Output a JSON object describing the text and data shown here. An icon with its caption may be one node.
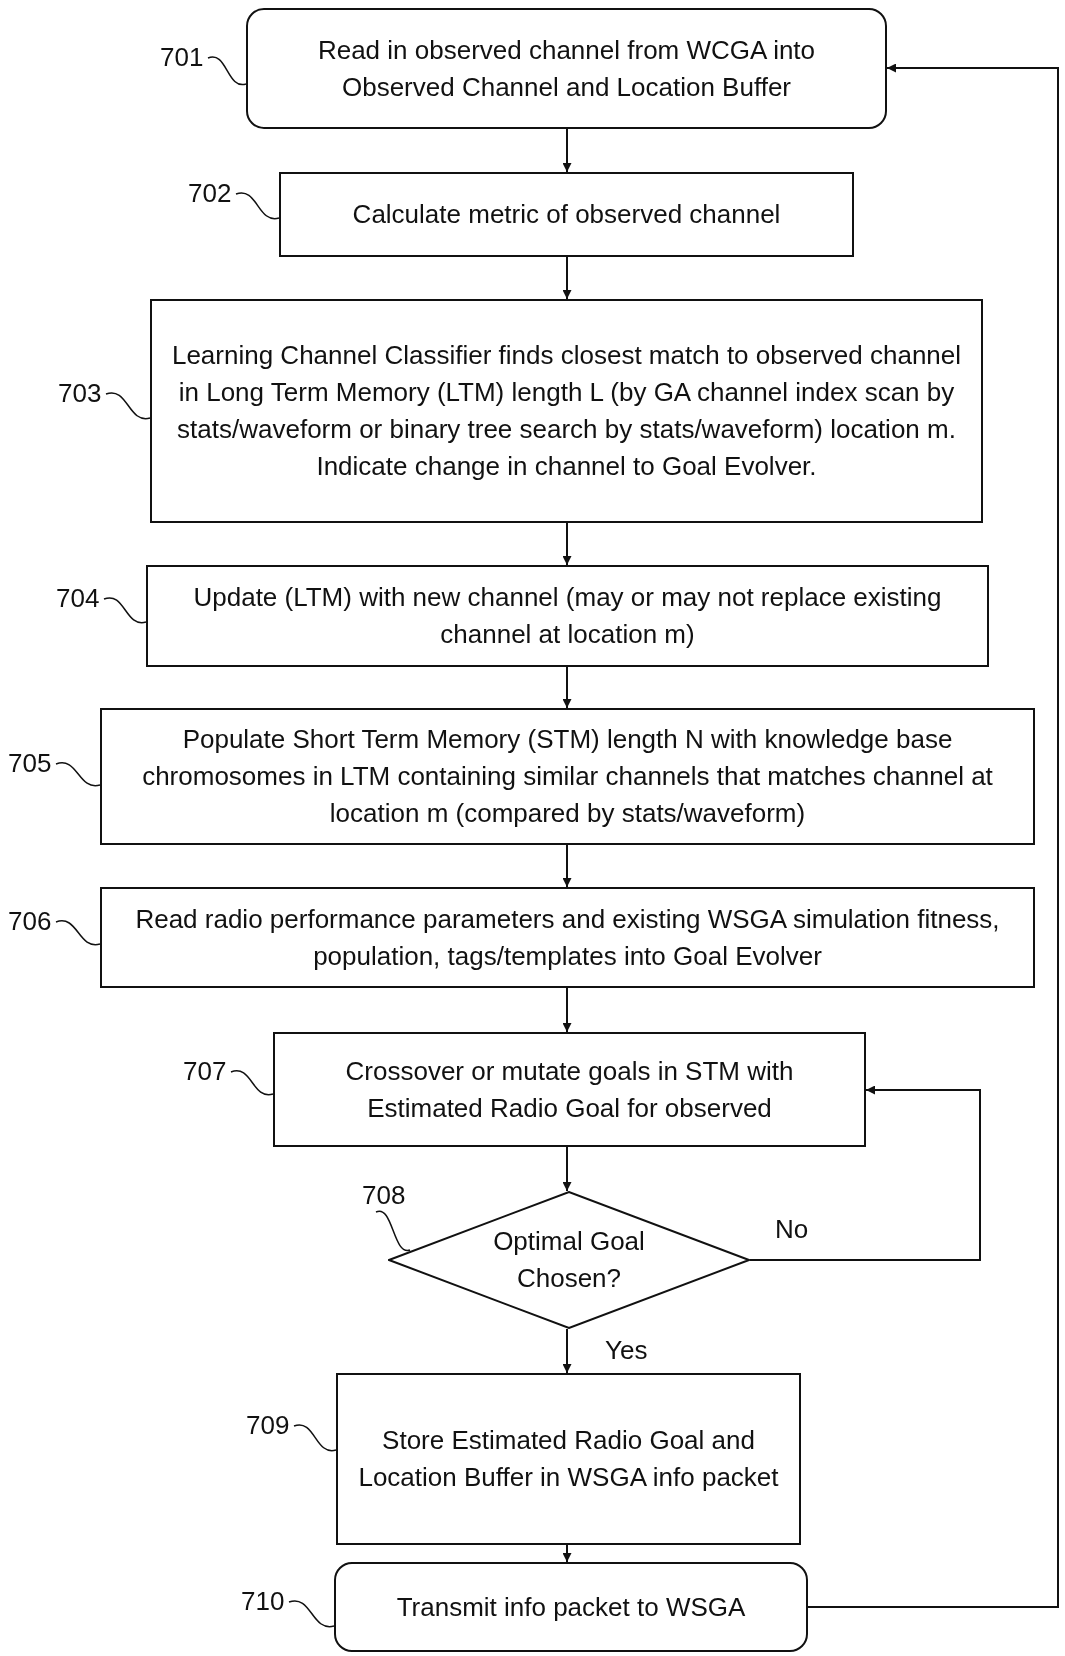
{
  "diagram": {
    "nodes": [
      {
        "text": [
          "Read in observed channel from WCGA into Observed Channel and Location Buffer"
        ],
        "beside": [
          "701"
        ]
      },
      {
        "text": [
          "Calculate metric of observed channel"
        ],
        "beside": [
          "702"
        ]
      },
      {
        "text": [
          "Learning Channel Classifier finds closest match to observed channel in Long Term Memory (LTM) length L (by GA channel index scan by stats/waveform or binary tree search by stats/waveform) location m. Indicate change in channel to Goal Evolver."
        ],
        "beside": [
          "703"
        ]
      },
      {
        "text": [
          "Update (LTM) with new channel (may or may not replace existing channel at location m)"
        ],
        "beside": [
          "704"
        ]
      },
      {
        "text": [
          "Populate Short Term Memory (STM) length N with knowledge base chromosomes in LTM containing similar channels that matches channel at location m (compared by stats/waveform)"
        ],
        "beside": [
          "705"
        ]
      },
      {
        "text": [
          "Read radio performance parameters and existing WSGA simulation fitness, population, tags/templates into Goal Evolver"
        ],
        "beside": [
          "706"
        ]
      },
      {
        "text": [
          "Crossover or mutate goals in STM with Estimated Radio Goal for observed"
        ],
        "beside": [
          "707"
        ]
      },
      {
        "text": [
          "Optimal Goal Chosen?"
        ],
        "beside": [
          "708"
        ]
      },
      {
        "text": [
          "Store Estimated Radio Goal and Location Buffer in WSGA info packet"
        ],
        "beside": [
          "709"
        ]
      },
      {
        "text": [
          "Transmit info packet to WSGA"
        ],
        "beside": [
          "710"
        ]
      }
    ],
    "edges": [
      {
        "from": 0,
        "to": 1,
        "arrow": "to"
      },
      {
        "from": 1,
        "to": 2,
        "arrow": "to"
      },
      {
        "from": 2,
        "to": 3,
        "arrow": "to"
      },
      {
        "from": 3,
        "to": 4,
        "arrow": "to"
      },
      {
        "from": 4,
        "to": 5,
        "arrow": "to"
      },
      {
        "from": 5,
        "to": 6,
        "arrow": "to"
      },
      {
        "from": 6,
        "to": 7,
        "arrow": "to"
      },
      {
        "from": 7,
        "to": 6,
        "arrow": "to",
        "label": "No"
      },
      {
        "from": 7,
        "to": 8,
        "arrow": "to",
        "label": "Yes"
      },
      {
        "from": 8,
        "to": 9,
        "arrow": "to"
      },
      {
        "from": 9,
        "to": 0,
        "arrow": "to"
      }
    ]
  }
}
